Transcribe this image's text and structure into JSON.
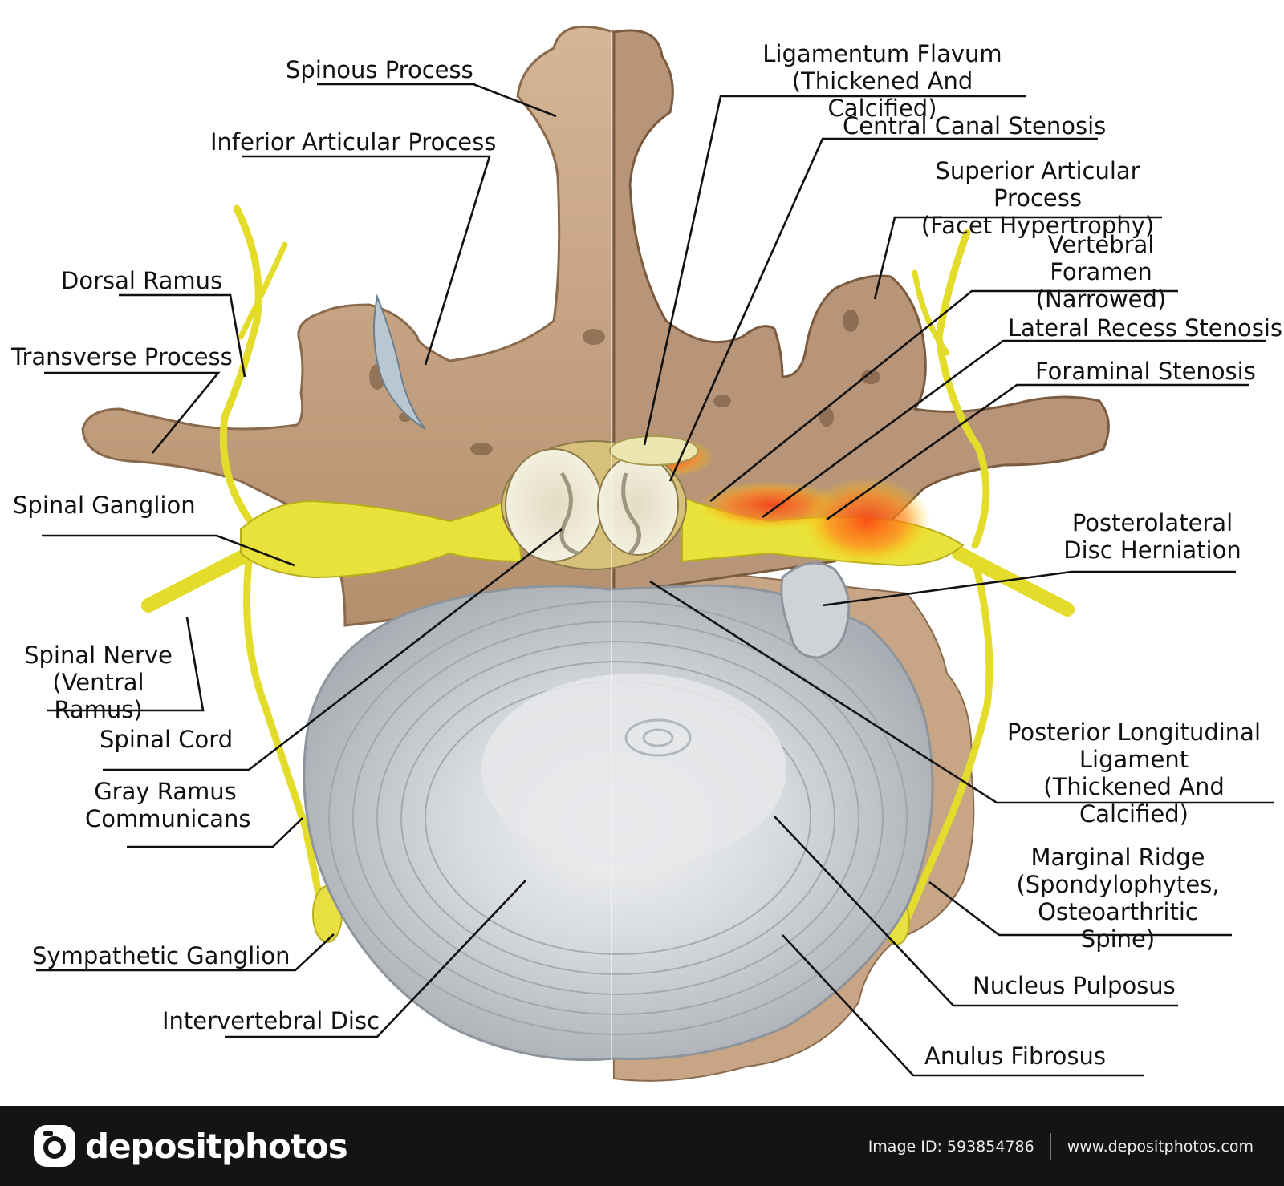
{
  "labels": [
    {
      "id": "spinous-process",
      "text": "Spinous Process"
    },
    {
      "id": "inferior-articular-process",
      "text": "Inferior Articular Process"
    },
    {
      "id": "dorsal-ramus",
      "text": "Dorsal Ramus"
    },
    {
      "id": "transverse-process",
      "text": "Transverse Process"
    },
    {
      "id": "spinal-ganglion",
      "text": "Spinal Ganglion"
    },
    {
      "id": "spinal-nerve",
      "text": "Spinal Nerve\n(Ventral Ramus)"
    },
    {
      "id": "spinal-cord",
      "text": "Spinal Cord"
    },
    {
      "id": "gray-ramus",
      "text": "Gray Ramus\nCommunicans"
    },
    {
      "id": "sympathetic-ganglion",
      "text": "Sympathetic Ganglion"
    },
    {
      "id": "intervertebral-disc",
      "text": "Intervertebral Disc"
    },
    {
      "id": "ligamentum-flavum",
      "text": "Ligamentum Flavum\n(Thickened And Calcified)"
    },
    {
      "id": "central-canal-stenosis",
      "text": "Central Canal Stenosis"
    },
    {
      "id": "superior-articular-process",
      "text": "Superior Articular Process\n(Facet Hypertrophy)"
    },
    {
      "id": "vertebral-foramen",
      "text": "Vertebral Foramen\n(Narrowed)"
    },
    {
      "id": "lateral-recess-stenosis",
      "text": "Lateral Recess Stenosis"
    },
    {
      "id": "foraminal-stenosis",
      "text": "Foraminal Stenosis"
    },
    {
      "id": "posterolateral-herniation",
      "text": "Posterolateral\nDisc Herniation"
    },
    {
      "id": "posterior-longitudinal-ligament",
      "text": "Posterior Longitudinal\nLigament\n(Thickened And Calcified)"
    },
    {
      "id": "marginal-ridge",
      "text": "Marginal Ridge\n(Spondylophytes,\nOsteoarthritic Spine)"
    },
    {
      "id": "nucleus-pulposus",
      "text": "Nucleus Pulposus"
    },
    {
      "id": "anulus-fibrosus",
      "text": "Anulus Fibrosus"
    }
  ],
  "footer": {
    "brand": "depositphotos",
    "image_id": "Image ID: 593854786",
    "website": "www.depositphotos.com"
  },
  "colors": {
    "bone": "#c9a789",
    "bone_dark": "#8a6a4c",
    "nerve": "#e8e040",
    "disc": "#c9cdd2",
    "inflammation": "#f05a1a",
    "footer_bg": "#141414"
  }
}
